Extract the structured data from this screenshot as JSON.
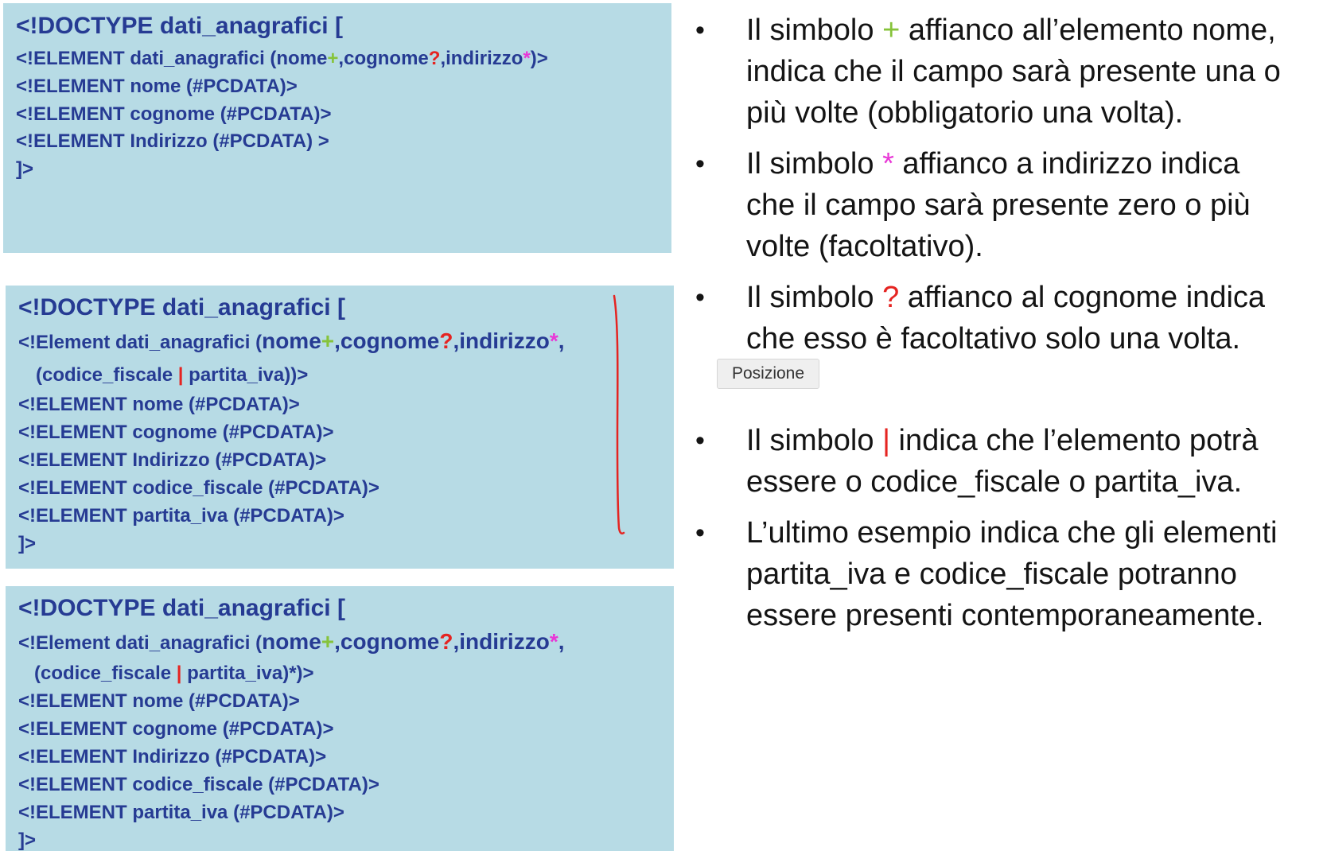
{
  "colors": {
    "code_background": "#b7dbe5",
    "code_text": "#263b93",
    "plus_symbol": "#86c33a",
    "question_symbol": "#e52421",
    "star_symbol": "#e838d6",
    "pipe_symbol": "#e52421",
    "bracket_annotation": "#e52421"
  },
  "box1": {
    "l1": "<!DOCTYPE dati_anagrafici [",
    "l2a": "<!ELEMENT dati_anagrafici (nome",
    "l2_plus": "+",
    "l2b": ",cognome",
    "l2_q": "?",
    "l2c": ",indirizzo",
    "l2_star": "*",
    "l2d": ")>",
    "l3": "<!ELEMENT nome (#PCDATA)>",
    "l4": "<!ELEMENT cognome (#PCDATA)>",
    "l5": "<!ELEMENT Indirizzo (#PCDATA) >",
    "l6": "]>"
  },
  "box2": {
    "l1": "<!DOCTYPE dati_anagrafici [",
    "l2_prefix": "<!Element dati_anagrafici (",
    "l2a": "nome",
    "l2_plus": "+",
    "l2b": ",cognome",
    "l2_q": "?",
    "l2c": ",indirizzo",
    "l2_star": "*",
    "l2d": ",",
    "l3a": "(codice_fiscale ",
    "l3_pipe": "|",
    "l3b": " partita_iva))>",
    "l4": "<!ELEMENT nome (#PCDATA)>",
    "l5": "<!ELEMENT cognome (#PCDATA)>",
    "l6": "<!ELEMENT Indirizzo (#PCDATA)>",
    "l7": "<!ELEMENT codice_fiscale (#PCDATA)>",
    "l8": "<!ELEMENT partita_iva (#PCDATA)>",
    "l9": "]>"
  },
  "box3": {
    "l1": "<!DOCTYPE dati_anagrafici [",
    "l2_prefix": "<!Element dati_anagrafici (",
    "l2a": "nome",
    "l2_plus": "+",
    "l2b": ",cognome",
    "l2_q": "?",
    "l2c": ",indirizzo",
    "l2_star": "*",
    "l2d": ",",
    "l3a": "(codice_fiscale ",
    "l3_pipe": "|",
    "l3b": " partita_iva)*)>",
    "l4": "<!ELEMENT nome (#PCDATA)>",
    "l5": "<!ELEMENT cognome (#PCDATA)>",
    "l6": "<!ELEMENT Indirizzo (#PCDATA)>",
    "l7": "<!ELEMENT codice_fiscale (#PCDATA)>",
    "l8": "<!ELEMENT partita_iva (#PCDATA)>",
    "l9": "]>"
  },
  "bullets": {
    "dot": "•",
    "b1": {
      "a": "Il simbolo ",
      "sym": "+",
      "b": " affianco all’elemento nome,",
      "c": "indica che il campo sarà presente una o",
      "d": "più volte (obbligatorio una volta)."
    },
    "b2": {
      "a": "Il simbolo ",
      "sym": "*",
      "b": " affianco a indirizzo indica",
      "c": "che il campo sarà presente zero o più",
      "d": "volte (facoltativo)."
    },
    "b3": {
      "a": "Il simbolo ",
      "sym": "?",
      "b": " affianco al cognome indica",
      "c": "che esso è facoltativo solo una volta."
    },
    "b4": {
      "a": "Il simbolo ",
      "sym": "|",
      "b": " indica che l’elemento potrà",
      "c": "essere o codice_fiscale o partita_iva."
    },
    "b5": {
      "a": "L’ultimo esempio indica che gli elementi",
      "b": "partita_iva e codice_fiscale potranno",
      "c": "essere presenti contemporaneamente."
    }
  },
  "tooltip": {
    "label": "Posizione"
  }
}
